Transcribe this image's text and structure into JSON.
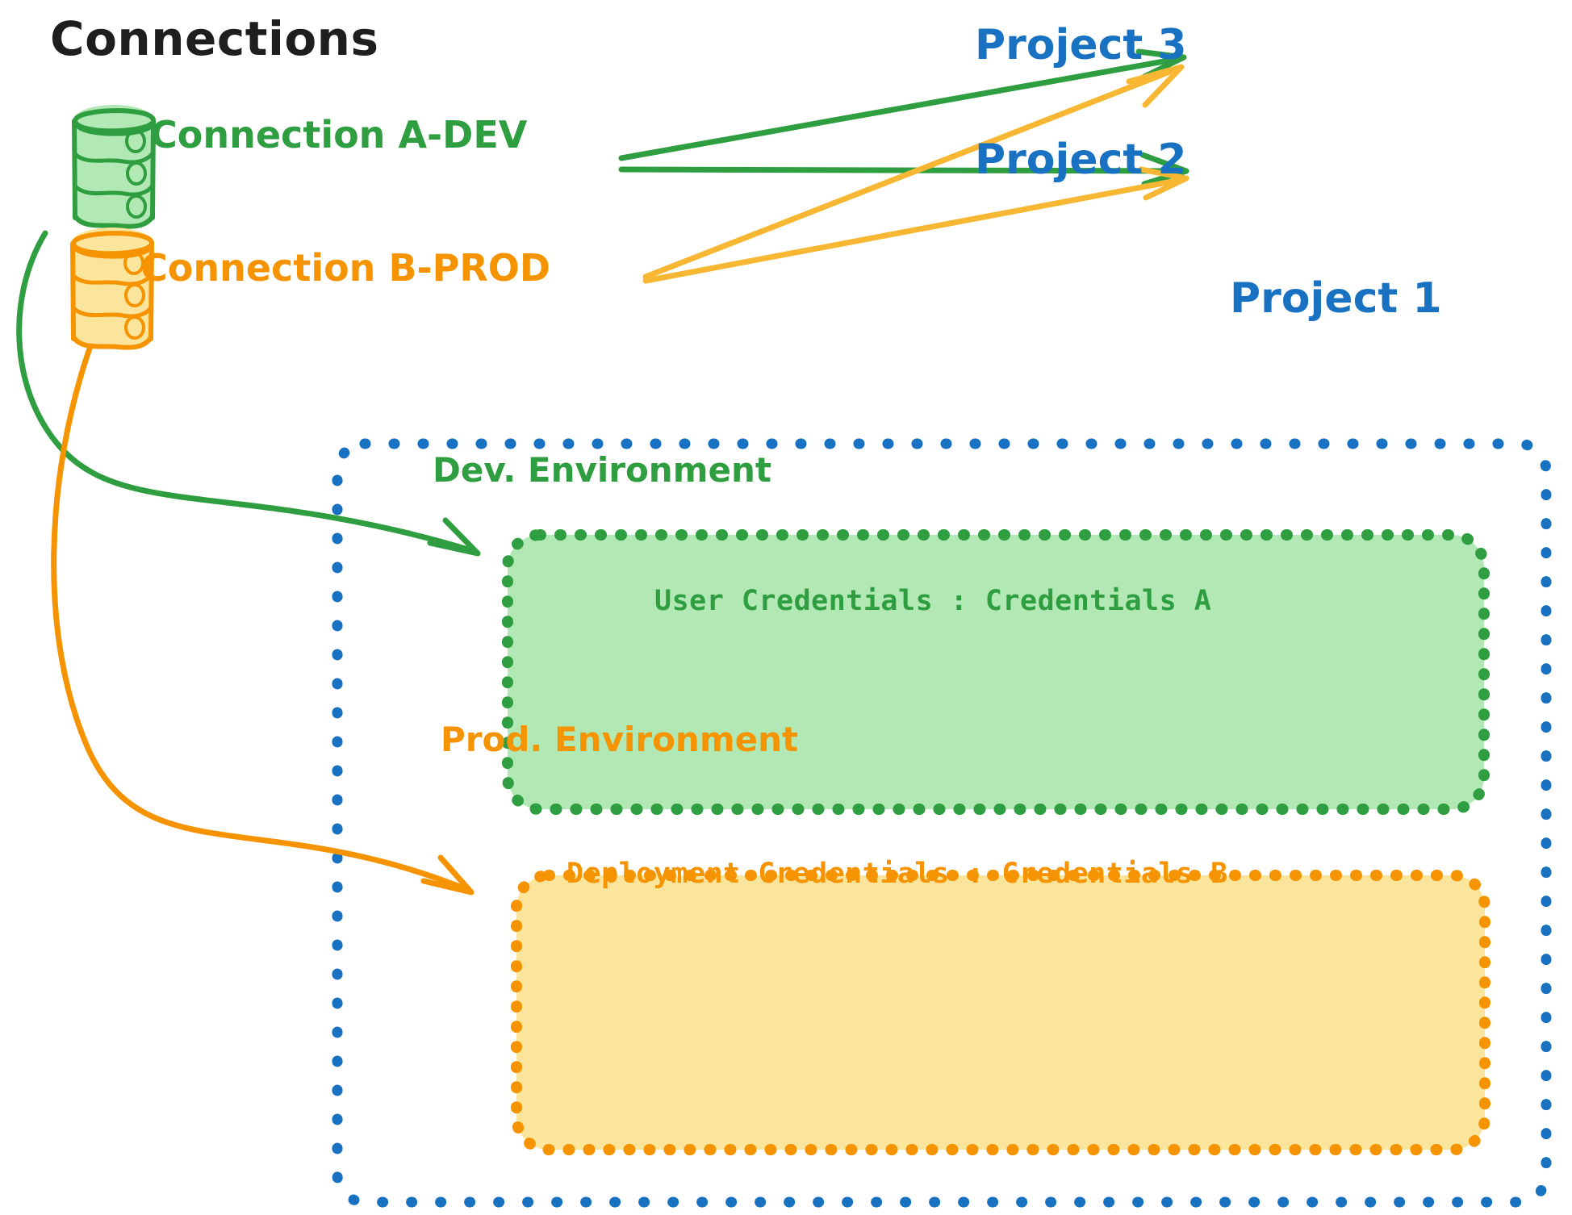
{
  "diagram": {
    "title": "Connections",
    "colors": {
      "green_stroke": "#2f9e41",
      "green_fill": "#b2e8b4",
      "orange_stroke": "#f59300",
      "orange_fill": "#fbe49b",
      "blue": "#1971c2",
      "black": "#1e1e1e"
    }
  },
  "connections": [
    {
      "id": "connection-a-dev",
      "label": "Connection A-DEV",
      "icon": "database-cylinder-icon",
      "color": "#2f9e41"
    },
    {
      "id": "connection-b-prod",
      "label": "Connection B-PROD",
      "icon": "database-cylinder-icon",
      "color": "#f59300"
    }
  ],
  "projects": [
    {
      "id": "project-3",
      "label": "Project 3"
    },
    {
      "id": "project-2",
      "label": "Project 2"
    },
    {
      "id": "project-1",
      "label": "Project 1"
    }
  ],
  "project_1": {
    "label": "Project 1",
    "environments": [
      {
        "id": "dev-environment",
        "title": "Dev. Environment",
        "credential_label": "User Credentials",
        "credential_separator": ":",
        "credential_value": "Credentials A",
        "credential_line": "User Credentials : Credentials A",
        "color": "#2f9e41",
        "fill": "#b2e8b4"
      },
      {
        "id": "prod-environment",
        "title": "Prod. Environment",
        "credential_label": "Deployment Credentials",
        "credential_separator": ":",
        "credential_value": "Credentials B",
        "credential_line": "Deployment Credentials : Credentials B",
        "color": "#f59300",
        "fill": "#fbe49b"
      }
    ]
  },
  "edges": [
    {
      "id": "edge-a-dev-to-project-3",
      "from": "connection-a-dev",
      "to": "project-3",
      "color": "#2f9e41",
      "style": "straight-arrow"
    },
    {
      "id": "edge-a-dev-to-project-2",
      "from": "connection-a-dev",
      "to": "project-2",
      "color": "#2f9e41",
      "style": "straight-arrow"
    },
    {
      "id": "edge-a-dev-to-dev-environment",
      "from": "connection-a-dev",
      "to": "dev-environment",
      "color": "#2f9e41",
      "style": "curved-arrow"
    },
    {
      "id": "edge-b-prod-to-project-3",
      "from": "connection-b-prod",
      "to": "project-3",
      "color": "#f59300",
      "style": "straight-arrow"
    },
    {
      "id": "edge-b-prod-to-project-2",
      "from": "connection-b-prod",
      "to": "project-2",
      "color": "#f59300",
      "style": "straight-arrow"
    },
    {
      "id": "edge-b-prod-to-prod-environment",
      "from": "connection-b-prod",
      "to": "prod-environment",
      "color": "#f59300",
      "style": "curved-arrow"
    }
  ]
}
